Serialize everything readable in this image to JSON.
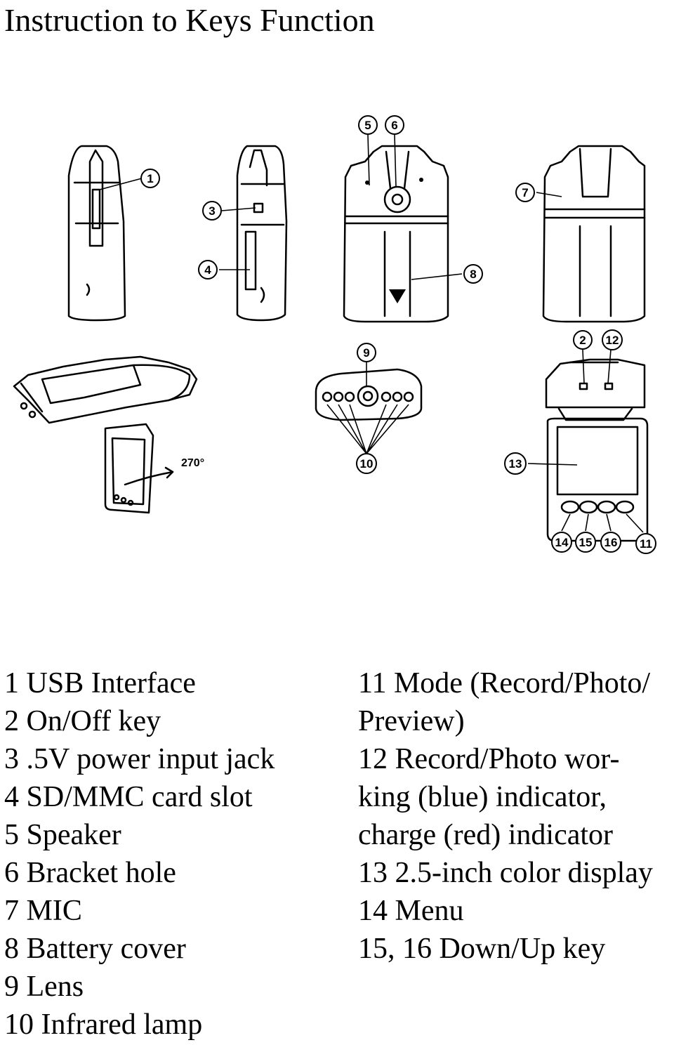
{
  "title": "Instruction to Keys Function",
  "callouts": [
    "1",
    "2",
    "3",
    "4",
    "5",
    "6",
    "7",
    "8",
    "9",
    "10",
    "11",
    "12",
    "13",
    "14",
    "15",
    "16"
  ],
  "rotation_label": "270°",
  "legend_left": [
    "1 USB Interface",
    "2 On/Off key",
    "3 .5V power input jack",
    "4 SD/MMC card slot",
    "5 Speaker",
    "6 Bracket hole",
    "7 MIC",
    "8 Battery cover",
    "9 Lens",
    "10 Infrared lamp"
  ],
  "legend_right": [
    "11 Mode (Record/Photo/",
    "Preview)",
    "12 Record/Photo wor-",
    "king (blue) indicator,",
    "charge (red) indicator",
    "13 2.5-inch color display",
    "14 Menu",
    "15, 16 Down/Up key"
  ]
}
